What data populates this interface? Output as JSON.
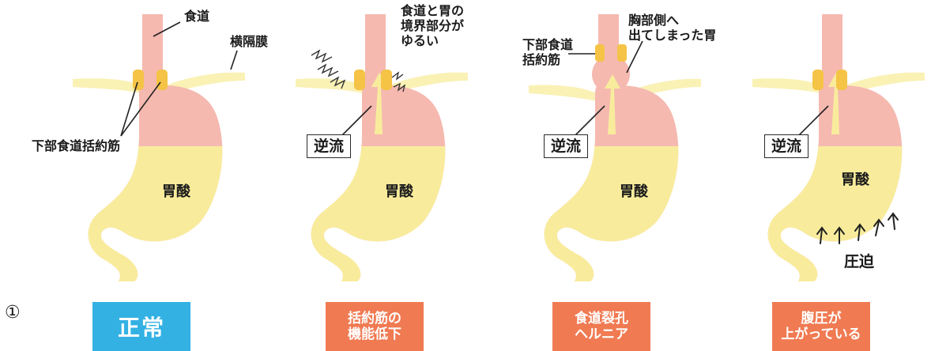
{
  "panel_number": "①",
  "panels": [
    {
      "labels": {
        "esophagus": "食道",
        "diaphragm": "横隔膜",
        "les": "下部食道括約筋",
        "acid": "胃酸"
      },
      "badge": "正常",
      "badge_color": "#33b1e3"
    },
    {
      "labels": {
        "boundary": "食道と胃の\n境界部分が\nゆるい",
        "reflux": "逆流",
        "acid": "胃酸"
      },
      "badge": "括約筋の\n機能低下",
      "badge_color": "#f07a52"
    },
    {
      "labels": {
        "les": "下部食道\n括約筋",
        "hernia": "胸部側へ\n出てしまった胃",
        "reflux": "逆流",
        "acid": "胃酸"
      },
      "badge": "食道裂孔\nヘルニア",
      "badge_color": "#f07a52"
    },
    {
      "labels": {
        "reflux": "逆流",
        "acid": "胃酸",
        "pressure": "圧迫"
      },
      "badge": "腹圧が\n上がっている",
      "badge_color": "#f07a52"
    }
  ],
  "colors": {
    "stomach": "#f5b9b0",
    "acid": "#f8ec9c",
    "sphincter": "#f5c345",
    "diaphragm": "#faf1b5"
  }
}
